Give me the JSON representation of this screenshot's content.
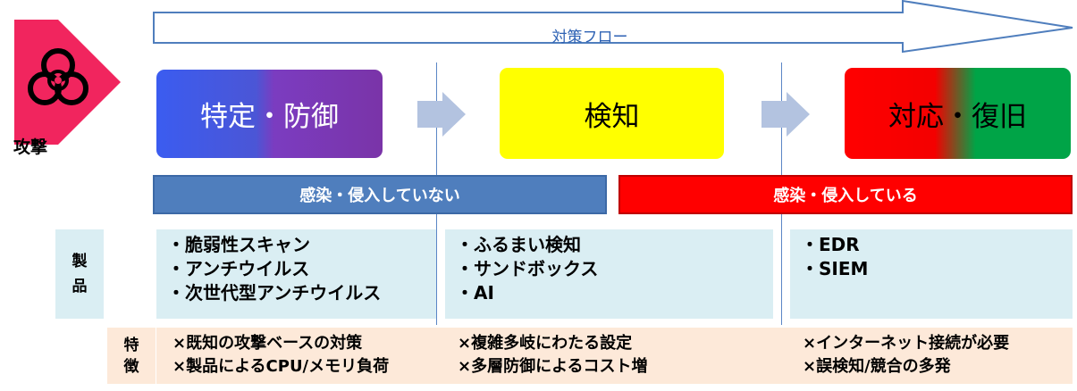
{
  "attack": {
    "label": "攻撃",
    "icon": "biohazard-icon"
  },
  "flow": {
    "label": "対策フロー"
  },
  "phases": [
    {
      "label": "特定・防御",
      "colors": [
        "#3B5CF0",
        "#7A34A8"
      ]
    },
    {
      "label": "検知",
      "colors": [
        "#FFFF00"
      ]
    },
    {
      "label": "対応・復旧",
      "colors": [
        "#FF0000",
        "#00A447"
      ]
    }
  ],
  "status": [
    {
      "label": "感染・侵入していない",
      "color": "#4F7EBD"
    },
    {
      "label": "感染・侵入している",
      "color": "#FF0000"
    }
  ],
  "products": {
    "label": [
      "製",
      "品"
    ],
    "columns": [
      [
        "・脆弱性スキャン",
        "・アンチウイルス",
        "・次世代型アンチウイルス"
      ],
      [
        "・ふるまい検知",
        "・サンドボックス",
        "・AI"
      ],
      [
        "・EDR",
        "・SIEM"
      ]
    ]
  },
  "features": {
    "label": [
      "特",
      "徴"
    ],
    "columns": [
      [
        "×既知の攻撃ベースの対策",
        "×製品によるCPU/メモリ負荷"
      ],
      [
        "×複雑多岐にわたる設定",
        "×多層防御によるコスト増"
      ],
      [
        "×インターネット接続が必要",
        "×誤検知/競合の多発"
      ]
    ]
  }
}
